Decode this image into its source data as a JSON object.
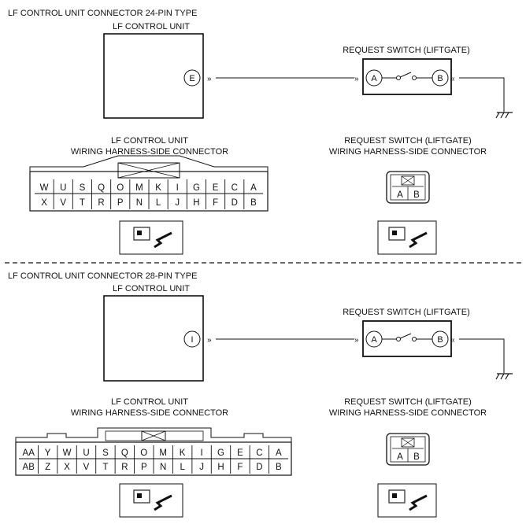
{
  "sections": [
    {
      "title": "LF CONTROL UNIT CONNECTOR 24-PIN TYPE",
      "unit_label": "LF CONTROL UNIT",
      "unit_terminal": "E",
      "switch_label": "REQUEST SWITCH (LIFTGATE)",
      "switch_terminals": [
        "A",
        "B"
      ],
      "lf_connector_label_1": "LF CONTROL UNIT",
      "lf_connector_label_2": "WIRING HARNESS-SIDE CONNECTOR",
      "sw_connector_label_1": "REQUEST SWITCH (LIFTGATE)",
      "sw_connector_label_2": "WIRING HARNESS-SIDE CONNECTOR",
      "top_row": [
        "W",
        "U",
        "S",
        "Q",
        "O",
        "M",
        "K",
        "I",
        "G",
        "E",
        "C",
        "A"
      ],
      "bottom_row": [
        "X",
        "V",
        "T",
        "R",
        "P",
        "N",
        "L",
        "J",
        "H",
        "F",
        "D",
        "B"
      ],
      "switch_pins": [
        "A",
        "B"
      ]
    },
    {
      "title": "LF CONTROL UNIT CONNECTOR 28-PIN TYPE",
      "unit_label": "LF CONTROL UNIT",
      "unit_terminal": "I",
      "switch_label": "REQUEST SWITCH (LIFTGATE)",
      "switch_terminals": [
        "A",
        "B"
      ],
      "lf_connector_label_1": "LF CONTROL UNIT",
      "lf_connector_label_2": "WIRING HARNESS-SIDE CONNECTOR",
      "sw_connector_label_1": "REQUEST SWITCH (LIFTGATE)",
      "sw_connector_label_2": "WIRING HARNESS-SIDE CONNECTOR",
      "top_row": [
        "AA",
        "Y",
        "W",
        "U",
        "S",
        "Q",
        "O",
        "M",
        "K",
        "I",
        "G",
        "E",
        "C",
        "A"
      ],
      "bottom_row": [
        "AB",
        "Z",
        "X",
        "V",
        "T",
        "R",
        "P",
        "N",
        "L",
        "J",
        "H",
        "F",
        "D",
        "B"
      ],
      "switch_pins": [
        "A",
        "B"
      ]
    }
  ],
  "icons": [
    "ground-icon",
    "connector-view-arrow-icon",
    "connector-lock-icon"
  ]
}
